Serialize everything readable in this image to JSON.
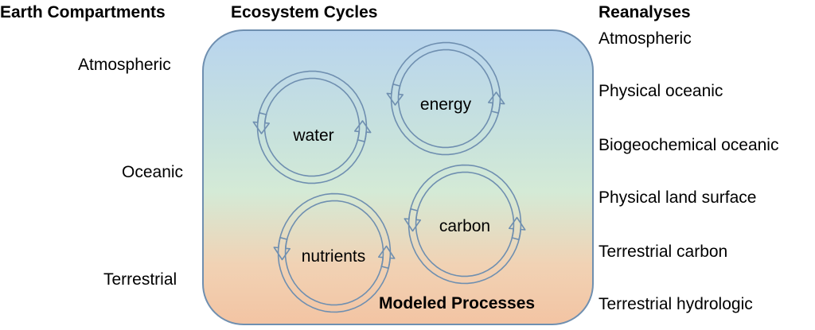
{
  "headers": {
    "earth_compartments": "Earth Compartments",
    "ecosystem_cycles": "Ecosystem Cycles",
    "reanalyses": "Reanalyses"
  },
  "compartments": [
    "Atmospheric",
    "Oceanic",
    "Terrestrial"
  ],
  "reanalyses": [
    "Atmospheric",
    "Physical oceanic",
    "Biogeochemical oceanic",
    "Physical land surface",
    "Terrestrial carbon",
    "Terrestrial hydrologic"
  ],
  "cycles": [
    "water",
    "energy",
    "nutrients",
    "carbon"
  ],
  "box_label": "Modeled Processes",
  "colors": {
    "box_border": "#6f8fb0",
    "gradient_top": "#b8d4ee",
    "gradient_bottom": "#f3c4a3",
    "arrow_stroke": "#6f8fb0"
  }
}
